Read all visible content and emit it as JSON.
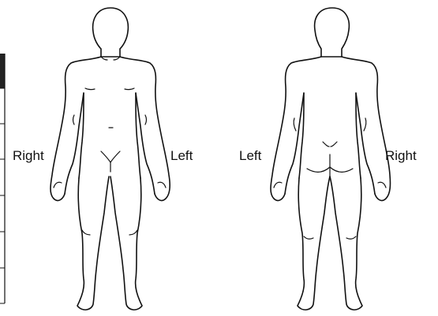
{
  "diagram": {
    "front_view": {
      "right_label": "Right",
      "left_label": "Left"
    },
    "back_view": {
      "left_label": "Left",
      "right_label": "Right"
    },
    "colors": {
      "line": "#111111",
      "background": "#ffffff",
      "table_header": "#222222"
    },
    "icons": [
      "front-body-outline-icon",
      "back-body-outline-icon"
    ]
  }
}
